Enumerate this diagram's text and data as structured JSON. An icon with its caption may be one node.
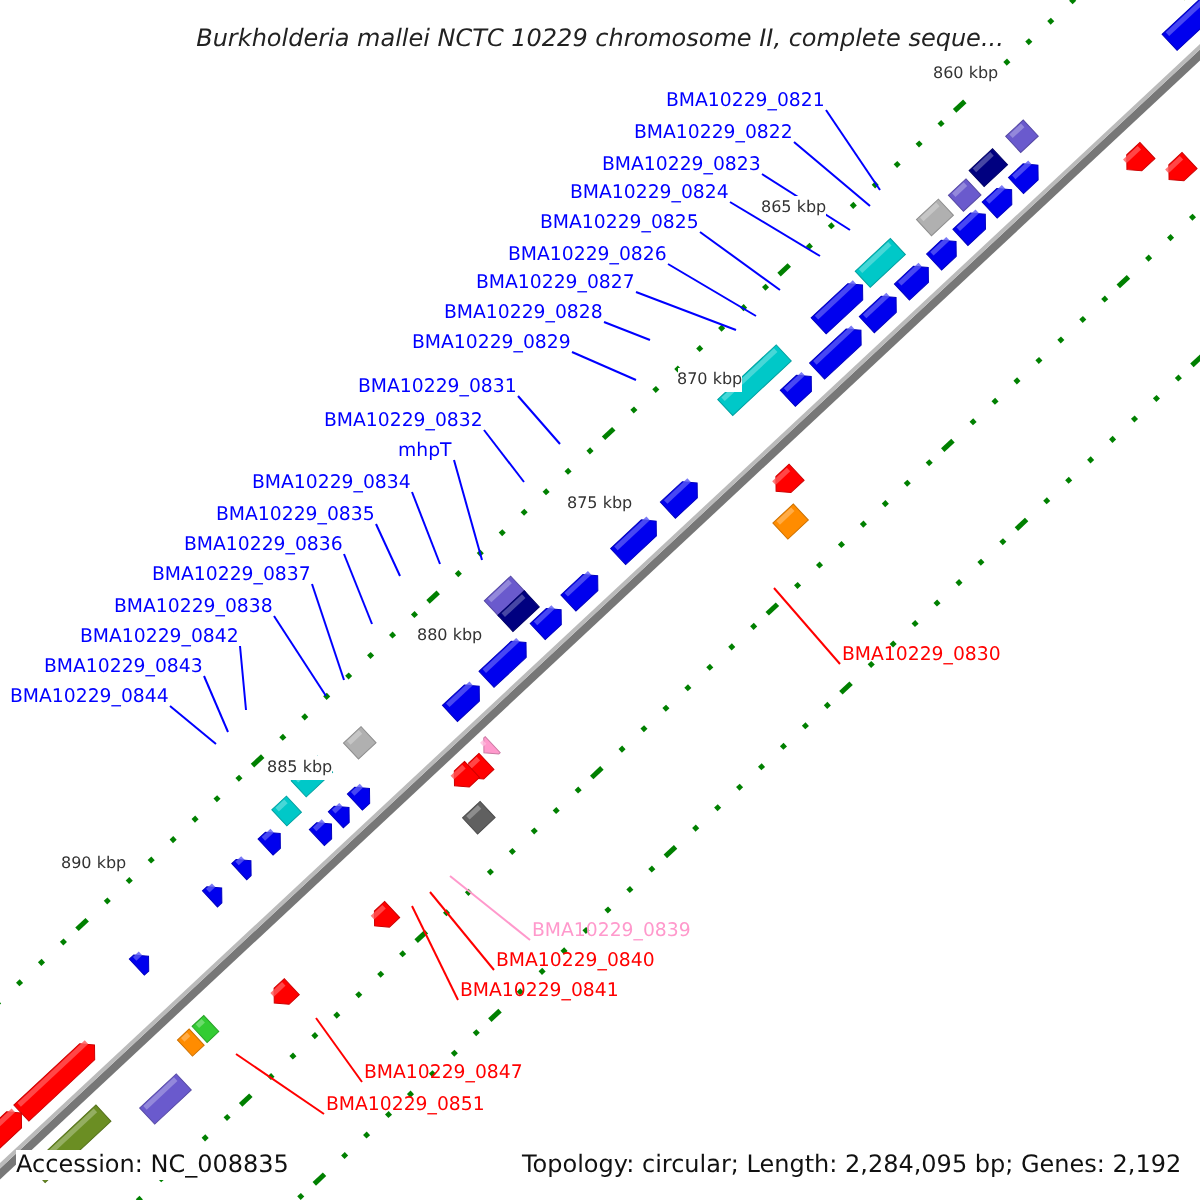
{
  "diagram": {
    "title": "Burkholderia mallei NCTC 10229 chromosome II, complete seque...",
    "nodes": [
      {
        "text": [
          "BMA10229_0821"
        ]
      },
      {
        "text": [
          "BMA10229_0822"
        ]
      },
      {
        "text": [
          "BMA10229_0823"
        ]
      },
      {
        "text": [
          "BMA10229_0824"
        ]
      },
      {
        "text": [
          "BMA10229_0825"
        ]
      },
      {
        "text": [
          "BMA10229_0826"
        ]
      },
      {
        "text": [
          "BMA10229_0827"
        ]
      },
      {
        "text": [
          "BMA10229_0828"
        ]
      },
      {
        "text": [
          "BMA10229_0829"
        ]
      },
      {
        "text": [
          "BMA10229_0831"
        ]
      },
      {
        "text": [
          "BMA10229_0832"
        ]
      },
      {
        "text": [
          "mhpT"
        ]
      },
      {
        "text": [
          "BMA10229_0834"
        ]
      },
      {
        "text": [
          "BMA10229_0835"
        ]
      },
      {
        "text": [
          "BMA10229_0836"
        ]
      },
      {
        "text": [
          "BMA10229_0837"
        ]
      },
      {
        "text": [
          "BMA10229_0838"
        ]
      },
      {
        "text": [
          "BMA10229_0842"
        ]
      },
      {
        "text": [
          "BMA10229_0830"
        ]
      },
      {
        "text": [
          "BMA10229_0843"
        ]
      },
      {
        "text": [
          "BMA10229_0844"
        ]
      },
      {
        "text": [
          "BMA10229_0839"
        ]
      },
      {
        "text": [
          "BMA10229_0840"
        ]
      },
      {
        "text": [
          "BMA10229_0841"
        ]
      },
      {
        "text": [
          "BMA10229_0847"
        ]
      },
      {
        "text": [
          "BMA10229_0851"
        ]
      }
    ],
    "edges": [
      {
        "from": 0,
        "to": null,
        "arrow": "none"
      },
      {
        "from": 1,
        "to": null,
        "arrow": "none"
      },
      {
        "from": 2,
        "to": null,
        "arrow": "none"
      },
      {
        "from": 3,
        "to": null,
        "arrow": "none"
      },
      {
        "from": 4,
        "to": null,
        "arrow": "none"
      },
      {
        "from": 5,
        "to": null,
        "arrow": "none"
      },
      {
        "from": 6,
        "to": null,
        "arrow": "none"
      },
      {
        "from": 7,
        "to": null,
        "arrow": "none"
      },
      {
        "from": 8,
        "to": null,
        "arrow": "none"
      },
      {
        "from": 9,
        "to": null,
        "arrow": "none"
      },
      {
        "from": 10,
        "to": null,
        "arrow": "none"
      },
      {
        "from": 11,
        "to": null,
        "arrow": "none"
      },
      {
        "from": 12,
        "to": null,
        "arrow": "none"
      },
      {
        "from": 13,
        "to": null,
        "arrow": "none"
      },
      {
        "from": 14,
        "to": null,
        "arrow": "none"
      },
      {
        "from": 15,
        "to": null,
        "arrow": "none"
      },
      {
        "from": 16,
        "to": null,
        "arrow": "none"
      },
      {
        "from": 17,
        "to": null,
        "arrow": "none"
      },
      {
        "from": 18,
        "to": null,
        "arrow": "none",
        "color": "#ff0000"
      },
      {
        "from": 19,
        "to": null,
        "arrow": "none"
      },
      {
        "from": 20,
        "to": null,
        "arrow": "none"
      },
      {
        "from": 21,
        "to": null,
        "arrow": "none",
        "color": "#ff99cc"
      },
      {
        "from": 22,
        "to": null,
        "arrow": "none",
        "color": "#ff0000"
      },
      {
        "from": 23,
        "to": null,
        "arrow": "none",
        "color": "#ff0000"
      },
      {
        "from": 24,
        "to": null,
        "arrow": "none",
        "color": "#ff0000"
      },
      {
        "from": 25,
        "to": null,
        "arrow": "none",
        "color": "#ff0000"
      }
    ],
    "labels": [
      "860 kbp",
      "865 kbp",
      "870 kbp",
      "875 kbp",
      "880 kbp",
      "885 kbp",
      "890 kbp",
      "Accession: NC_008835",
      "Topology: circular; Length: 2,284,095 bp; Genes: 2,192"
    ]
  }
}
